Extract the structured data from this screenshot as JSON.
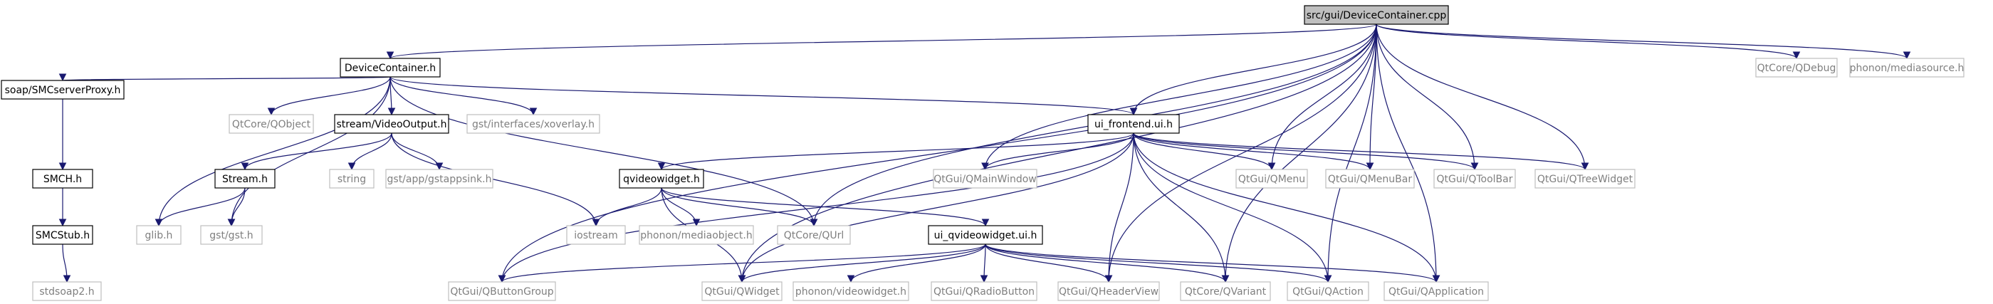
{
  "diagram": {
    "type": "include-dependency-graph",
    "root": "src/gui/DeviceContainer.cpp",
    "colors": {
      "edge": "#191970",
      "root_fill": "#bfbfbf",
      "local_border": "#000000",
      "external_border": "#bfbfbf",
      "external_text": "#7f7f7f"
    },
    "nodes": [
      {
        "id": "root",
        "label": "src/gui/DeviceContainer.cpp",
        "kind": "root"
      },
      {
        "id": "dch",
        "label": "DeviceContainer.h",
        "kind": "local"
      },
      {
        "id": "qdebug",
        "label": "QtCore/QDebug",
        "kind": "external"
      },
      {
        "id": "mediasource",
        "label": "phonon/mediasource.h",
        "kind": "external"
      },
      {
        "id": "smcproxy",
        "label": "soap/SMCserverProxy.h",
        "kind": "local"
      },
      {
        "id": "qobject",
        "label": "QtCore/QObject",
        "kind": "external"
      },
      {
        "id": "videooutput",
        "label": "stream/VideoOutput.h",
        "kind": "local"
      },
      {
        "id": "xoverlay",
        "label": "gst/interfaces/xoverlay.h",
        "kind": "external"
      },
      {
        "id": "uifrontend",
        "label": "ui_frontend.ui.h",
        "kind": "local"
      },
      {
        "id": "smch",
        "label": "SMCH.h",
        "kind": "local"
      },
      {
        "id": "streamh",
        "label": "Stream.h",
        "kind": "local"
      },
      {
        "id": "string",
        "label": "string",
        "kind": "external"
      },
      {
        "id": "gstappsink",
        "label": "gst/app/gstappsink.h",
        "kind": "external"
      },
      {
        "id": "qvideowidget",
        "label": "qvideowidget.h",
        "kind": "local"
      },
      {
        "id": "qmainwindow",
        "label": "QtGui/QMainWindow",
        "kind": "external"
      },
      {
        "id": "qmenu",
        "label": "QtGui/QMenu",
        "kind": "external"
      },
      {
        "id": "qmenubar",
        "label": "QtGui/QMenuBar",
        "kind": "external"
      },
      {
        "id": "qtoolbar",
        "label": "QtGui/QToolBar",
        "kind": "external"
      },
      {
        "id": "qtreewidget",
        "label": "QtGui/QTreeWidget",
        "kind": "external"
      },
      {
        "id": "smcstub",
        "label": "SMCStub.h",
        "kind": "local"
      },
      {
        "id": "glib",
        "label": "glib.h",
        "kind": "external"
      },
      {
        "id": "gst",
        "label": "gst/gst.h",
        "kind": "external"
      },
      {
        "id": "iostream",
        "label": "iostream",
        "kind": "external"
      },
      {
        "id": "mediaobject",
        "label": "phonon/mediaobject.h",
        "kind": "external"
      },
      {
        "id": "qurl",
        "label": "QtCore/QUrl",
        "kind": "external"
      },
      {
        "id": "uiqvideowidget",
        "label": "ui_qvideowidget.ui.h",
        "kind": "local"
      },
      {
        "id": "stdsoap2",
        "label": "stdsoap2.h",
        "kind": "external"
      },
      {
        "id": "qbuttongroup",
        "label": "QtGui/QButtonGroup",
        "kind": "external"
      },
      {
        "id": "qwidget",
        "label": "QtGui/QWidget",
        "kind": "external"
      },
      {
        "id": "videowidget",
        "label": "phonon/videowidget.h",
        "kind": "external"
      },
      {
        "id": "qradiobutton",
        "label": "QtGui/QRadioButton",
        "kind": "external"
      },
      {
        "id": "qheaderview",
        "label": "QtGui/QHeaderView",
        "kind": "external"
      },
      {
        "id": "qvariant",
        "label": "QtCore/QVariant",
        "kind": "external"
      },
      {
        "id": "qaction",
        "label": "QtGui/QAction",
        "kind": "external"
      },
      {
        "id": "qapplication",
        "label": "QtGui/QApplication",
        "kind": "external"
      }
    ],
    "edges": [
      [
        "root",
        "dch"
      ],
      [
        "root",
        "qdebug"
      ],
      [
        "root",
        "mediasource"
      ],
      [
        "root",
        "uifrontend"
      ],
      [
        "root",
        "qmainwindow"
      ],
      [
        "root",
        "qmenu"
      ],
      [
        "root",
        "qmenubar"
      ],
      [
        "root",
        "qtoolbar"
      ],
      [
        "root",
        "qtreewidget"
      ],
      [
        "root",
        "qurl"
      ],
      [
        "root",
        "qbuttongroup"
      ],
      [
        "root",
        "qwidget"
      ],
      [
        "root",
        "qheaderview"
      ],
      [
        "root",
        "qvariant"
      ],
      [
        "root",
        "qaction"
      ],
      [
        "root",
        "qapplication"
      ],
      [
        "dch",
        "smcproxy"
      ],
      [
        "dch",
        "qobject"
      ],
      [
        "dch",
        "videooutput"
      ],
      [
        "dch",
        "xoverlay"
      ],
      [
        "dch",
        "uifrontend"
      ],
      [
        "dch",
        "glib"
      ],
      [
        "dch",
        "gst"
      ],
      [
        "dch",
        "qurl"
      ],
      [
        "smcproxy",
        "smch"
      ],
      [
        "smch",
        "smcstub"
      ],
      [
        "smcstub",
        "stdsoap2"
      ],
      [
        "videooutput",
        "streamh"
      ],
      [
        "videooutput",
        "string"
      ],
      [
        "videooutput",
        "gstappsink"
      ],
      [
        "videooutput",
        "iostream"
      ],
      [
        "streamh",
        "glib"
      ],
      [
        "streamh",
        "gst"
      ],
      [
        "uifrontend",
        "qvideowidget"
      ],
      [
        "uifrontend",
        "qmainwindow"
      ],
      [
        "uifrontend",
        "qmenu"
      ],
      [
        "uifrontend",
        "qmenubar"
      ],
      [
        "uifrontend",
        "qtoolbar"
      ],
      [
        "uifrontend",
        "qtreewidget"
      ],
      [
        "uifrontend",
        "qbuttongroup"
      ],
      [
        "uifrontend",
        "qwidget"
      ],
      [
        "uifrontend",
        "qheaderview"
      ],
      [
        "uifrontend",
        "qvariant"
      ],
      [
        "uifrontend",
        "qaction"
      ],
      [
        "uifrontend",
        "qapplication"
      ],
      [
        "qvideowidget",
        "iostream"
      ],
      [
        "qvideowidget",
        "mediaobject"
      ],
      [
        "qvideowidget",
        "qurl"
      ],
      [
        "qvideowidget",
        "uiqvideowidget"
      ],
      [
        "qvideowidget",
        "qwidget"
      ],
      [
        "uiqvideowidget",
        "qbuttongroup"
      ],
      [
        "uiqvideowidget",
        "qwidget"
      ],
      [
        "uiqvideowidget",
        "videowidget"
      ],
      [
        "uiqvideowidget",
        "qradiobutton"
      ],
      [
        "uiqvideowidget",
        "qheaderview"
      ],
      [
        "uiqvideowidget",
        "qvariant"
      ],
      [
        "uiqvideowidget",
        "qaction"
      ],
      [
        "uiqvideowidget",
        "qapplication"
      ]
    ]
  }
}
